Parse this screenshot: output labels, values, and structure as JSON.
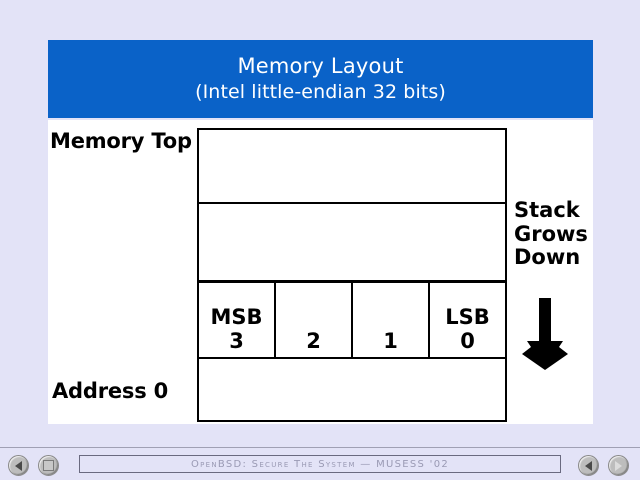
{
  "slide": {
    "banner": {
      "title": "Memory Layout",
      "subtitle": "(Intel little-endian 32 bits)"
    },
    "labels": {
      "memory_top": "Memory Top",
      "address_zero": "Address 0"
    },
    "stack_note": {
      "line1": "Stack",
      "line2": "Grows",
      "line3": "Down",
      "arrow_icon": "arrow-down-icon"
    },
    "memory_table": {
      "rows": [
        {
          "type": "blank",
          "cells": []
        },
        {
          "type": "blank",
          "cells": []
        },
        {
          "type": "bytes",
          "cells": [
            {
              "tag": "MSB",
              "num": "3"
            },
            {
              "tag": "",
              "num": "2"
            },
            {
              "tag": "",
              "num": "1"
            },
            {
              "tag": "LSB",
              "num": "0"
            }
          ]
        },
        {
          "type": "blank",
          "cells": []
        }
      ]
    }
  },
  "footer": {
    "text": "OpenBSD: Secure The System — MUSESS '02"
  },
  "nav": {
    "prev": {
      "icon": "triangle-left-icon"
    },
    "stop": {
      "icon": "square-icon"
    },
    "back": {
      "icon": "triangle-left-icon"
    },
    "forward": {
      "icon": "triangle-right-icon"
    }
  },
  "colors": {
    "background": "#e3e3f7",
    "banner": "#0a62c8",
    "banner_text": "#ffffff",
    "slide_body": "#ffffff",
    "table_border": "#000000",
    "footer_text": "#9a9ab4"
  }
}
